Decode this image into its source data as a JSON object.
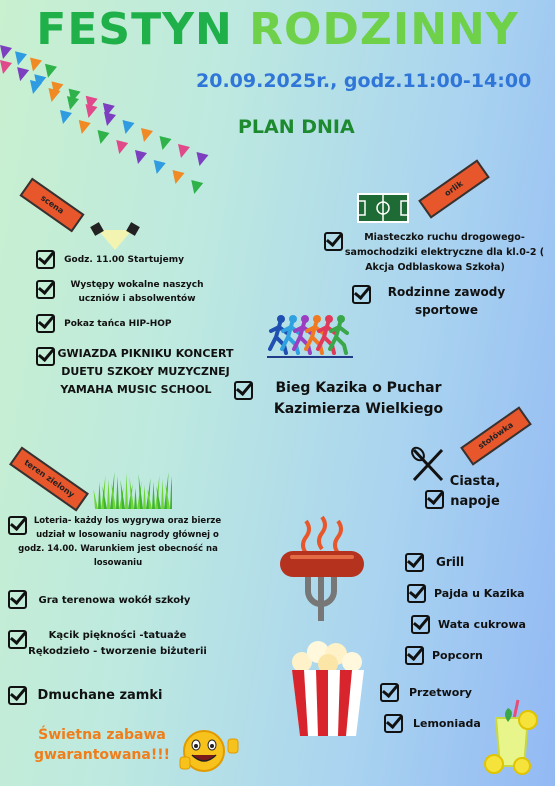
{
  "header": {
    "title_part1": "FESTYN",
    "title_part2": "RODZINNY",
    "date": "20.09.2025r.,  godz.11:00-14:00",
    "plan": "PLAN DNIA"
  },
  "signs": {
    "scena": "scena",
    "orlik": "orlik",
    "stolowka": "stołówka",
    "teren": "teren zielony"
  },
  "left_top": [
    "Godz. 11.00 Startujemy",
    "Występy wokalne naszych uczniów i absolwentów",
    "Pokaz tańca HIP-HOP",
    "GWIAZDA PIKNIKU KONCERT DUETU SZKOŁY MUZYCZNEJ YAMAHA MUSIC SCHOOL"
  ],
  "right_top": [
    "Miasteczko ruchu drogowego- samochodziki elektryczne dla kl.0-2 ( Akcja Odblaskowa Szkoła)",
    "Rodzinne zawody sportowe"
  ],
  "run": "Bieg Kazika o Puchar Kazimierza Wielkiego",
  "ciasta": "Ciasta, napoje",
  "left_bottom": [
    "Loteria- każdy  los wygrywa oraz bierze udział w losowaniu nagrody głównej o godz. 14.00. Warunkiem jest obecność na losowaniu",
    "Gra terenowa wokół szkoły",
    "Kącik piękności -tatuaże Rękodzieło - tworzenie biżuterii",
    "Dmuchane zamki"
  ],
  "food": [
    "Grill",
    "Pajda u Kazika",
    "Wata cukrowa",
    "Popcorn",
    "Przetwory",
    "Lemoniada"
  ],
  "footer": "Świetna zabawa gwarantowana!!!",
  "colors": {
    "green": "#1fb04a",
    "light_green": "#6fd14a",
    "blue": "#2f76d8",
    "orange": "#e8572c"
  }
}
